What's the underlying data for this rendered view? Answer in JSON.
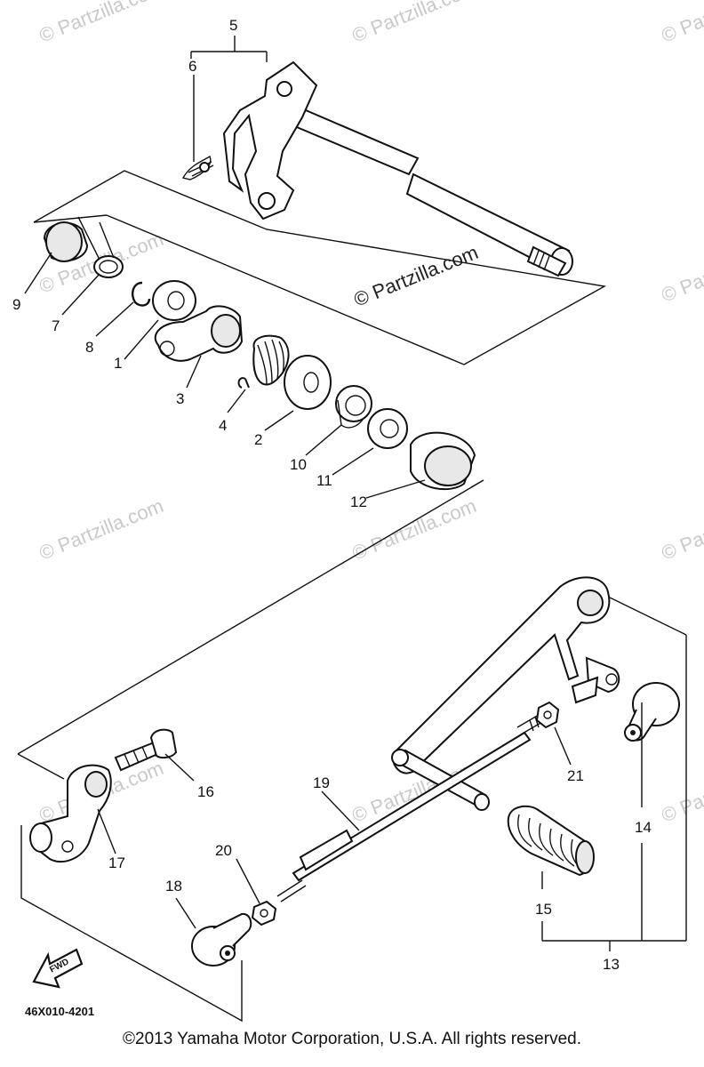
{
  "watermark": "© Partzilla.com",
  "watermark_center": "© Partzilla.com",
  "diagram_code": "46X010-4201",
  "fwd_arrow_label": "FWD",
  "copyright": "©2013  Yamaha Motor Corporation, U.S.A. All rights reserved.",
  "callouts": {
    "c1": "1",
    "c2": "2",
    "c3": "3",
    "c4": "4",
    "c5": "5",
    "c6": "6",
    "c7": "7",
    "c8": "8",
    "c9": "9",
    "c10": "10",
    "c11": "11",
    "c12": "12",
    "c13": "13",
    "c14": "14",
    "c15": "15",
    "c16": "16",
    "c17": "17",
    "c18": "18",
    "c19": "19",
    "c20": "20",
    "c21": "21"
  }
}
